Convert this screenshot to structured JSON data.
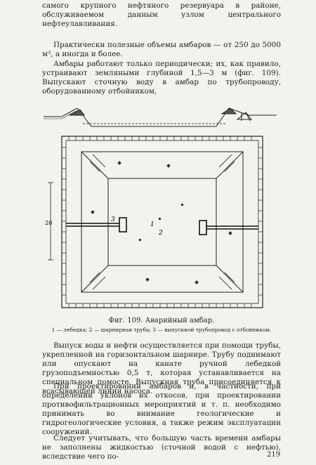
{
  "paragraphs": {
    "p1": "самого крупного нефтяного резервуара в районе, обслуживаемом данным узлом центрального нефтеулавливания.",
    "p2": "Практически полезные объемы амбаров — от 250 до 5000 м³, а иногда и более.",
    "p3": "Амбары работают только периодически; их, как правило, устраивают земляными глубиной 1,5—3 м (фиг. 109). Выпускают сточную воду в амбар по трубопроводу, оборудованному отбойником,",
    "p4": "Выпуск воды и нефти осуществляется при помощи трубы, укрепленной на горизонтальном шарнире. Трубу поднимают или опускают на канате ручной лебедкой грузоподъемностью 0,5 т, которая устанавливается на специальном помосте. Выпускная труба присоединяется к всасывающей линии насоса.",
    "p5": "При проектировании амбаров и, в частности, при определении уклонов их откосов, при проектировании противофильтрационных мероприятий и т. п. необходимо принимать во внимание геологические и гидрогеологические условия, а также режим эксплуатации сооружений.",
    "p6": "Следует учитывать, что большую часть времени амбары не заполнены жидкостью (сточной водой с нефтью), вследствие чего по-"
  },
  "figure": {
    "caption": "Фиг. 109. Аварийный амбар.",
    "legend": "1 — лебедка; 2 — шарнирная труба; 3 — выпускной трубопровод с отбойником.",
    "labels": {
      "winch": "1",
      "hinged_pipe": "2",
      "outlet_pipe": "3"
    },
    "dimension": "20"
  },
  "page_number": "219"
}
